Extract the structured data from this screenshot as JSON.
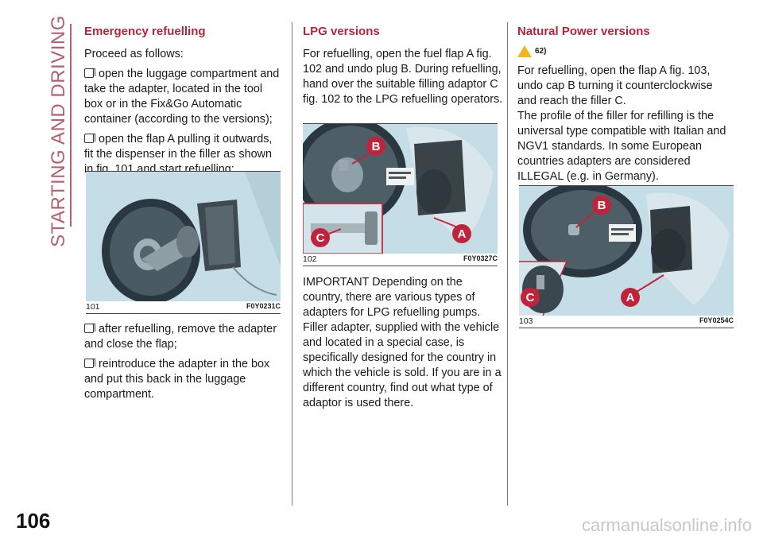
{
  "side_title": "STARTING AND DRIVING",
  "page_number": "106",
  "watermark": "carmanualsonline.info",
  "col1": {
    "heading": "Emergency refuelling",
    "intro": "Proceed as follows:",
    "bullet1": "open the luggage compartment and take the adapter, located in the tool box or in the Fix&Go Automatic container (according to the versions);",
    "bullet2": "open the flap A pulling it outwards, fit the dispenser in the filler as shown in fig. 101 and start refuelling;",
    "figure_num": "101",
    "figure_code": "F0Y0231C",
    "bullet3": "after refuelling, remove the adapter and close the flap;",
    "bullet4": "reintroduce the adapter in the box and put this back in the luggage compartment."
  },
  "col2": {
    "heading": "LPG versions",
    "text1": "For refuelling, open the fuel flap A fig. 102 and undo plug B. During refuelling, hand over the suitable filling adaptor C fig. 102 to the LPG refuelling operators.",
    "figure_num": "102",
    "figure_code": "F0Y0327C",
    "label_a": "A",
    "label_b": "B",
    "label_c": "C",
    "text2": "IMPORTANT Depending on the country, there are various types of adapters for LPG refuelling pumps. Filler adapter, supplied with the vehicle and located in a special case, is specifically designed for the country in which the vehicle is sold. If you are in a different country, find out what type of adaptor is used there."
  },
  "col3": {
    "heading": "Natural Power versions",
    "warning_ref": "62)",
    "text1": "For refuelling, open the flap A fig. 103, undo cap B turning it counterclockwise and reach the filler C.",
    "text2": "The profile of the filler for refilling is the universal type compatible with Italian and NGV1 standards. In some European countries adapters are considered ILLEGAL (e.g. in Germany).",
    "figure_num": "103",
    "figure_code": "F0Y0254C",
    "label_a": "A",
    "label_b": "B",
    "label_c": "C"
  },
  "icons": {
    "warning": "warning-triangle-icon",
    "bullet": "checkbox-bullet-icon"
  },
  "colors": {
    "heading": "#b2263b",
    "side_title": "#b5606c",
    "callout": "#c0243a",
    "figure_bg": "#c5dde6"
  }
}
